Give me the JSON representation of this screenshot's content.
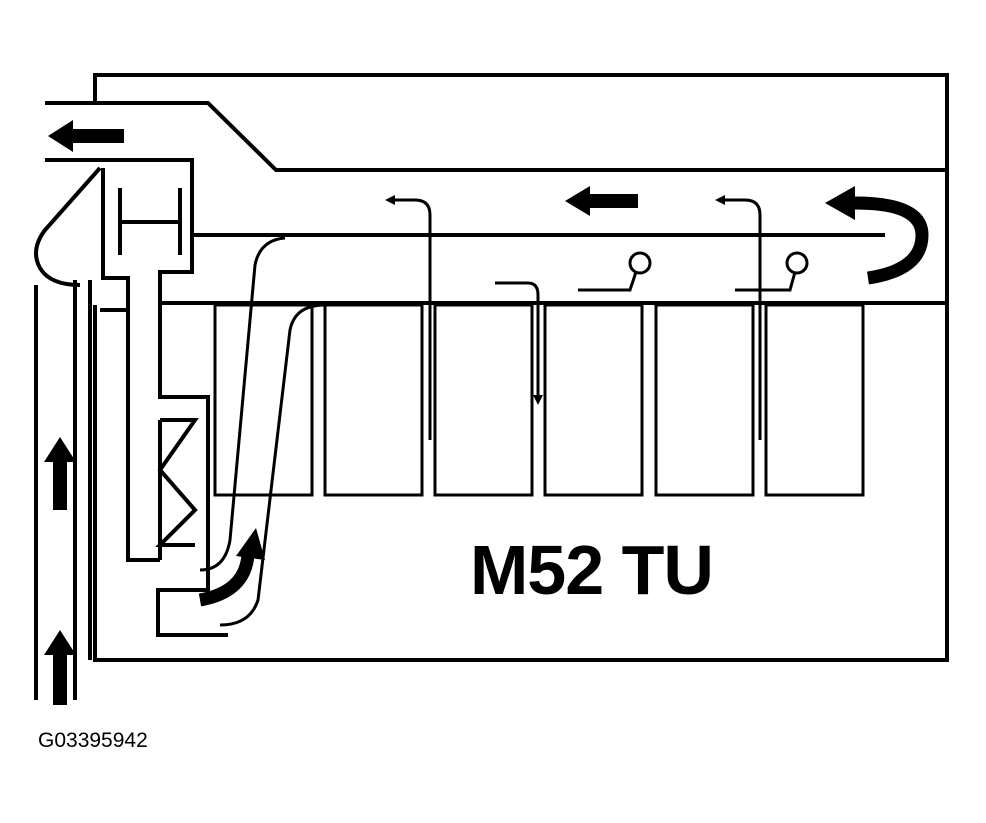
{
  "diagram": {
    "model_label": "M52 TU",
    "figure_id": "G03395942",
    "line_color": "#000000",
    "background_color": "#ffffff",
    "cylinder_count": 6
  }
}
